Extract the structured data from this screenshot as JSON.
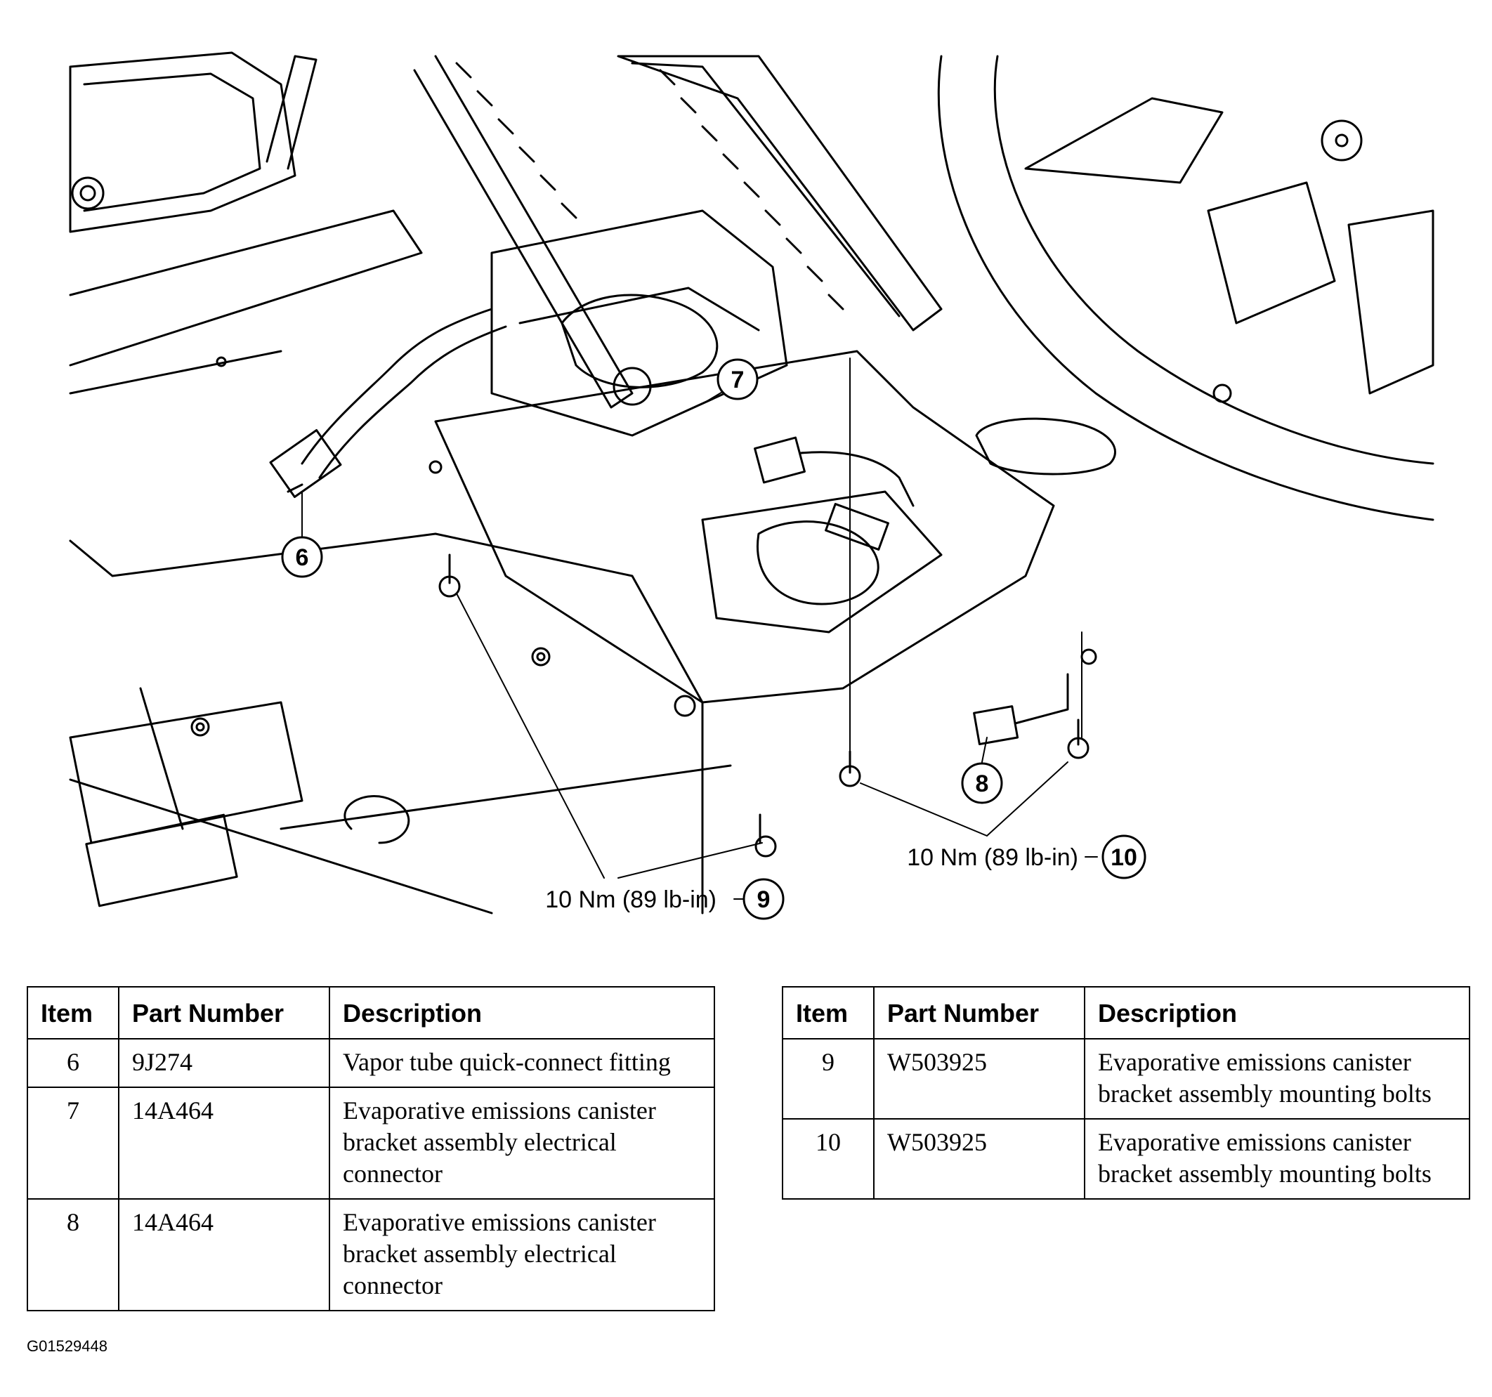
{
  "callouts": {
    "c6": "6",
    "c7": "7",
    "c8": "8",
    "c9": "9",
    "c10": "10"
  },
  "torque_labels": {
    "t9": "10 Nm (89 lb-in)",
    "t10": "10 Nm (89 lb-in)"
  },
  "table_headers": {
    "item": "Item",
    "part_number": "Part Number",
    "description": "Description"
  },
  "table_left": [
    {
      "item": "6",
      "part_number": "9J274",
      "description": "Vapor tube quick-connect fitting"
    },
    {
      "item": "7",
      "part_number": "14A464",
      "description": "Evaporative emissions canister bracket assembly electrical connector"
    },
    {
      "item": "8",
      "part_number": "14A464",
      "description": "Evaporative emissions canister bracket assembly electrical connector"
    }
  ],
  "table_right": [
    {
      "item": "9",
      "part_number": "W503925",
      "description": "Evaporative emissions canister bracket assembly mounting bolts"
    },
    {
      "item": "10",
      "part_number": "W503925",
      "description": "Evaporative emissions canister bracket assembly mounting bolts"
    }
  ],
  "figure_id": "G01529448"
}
